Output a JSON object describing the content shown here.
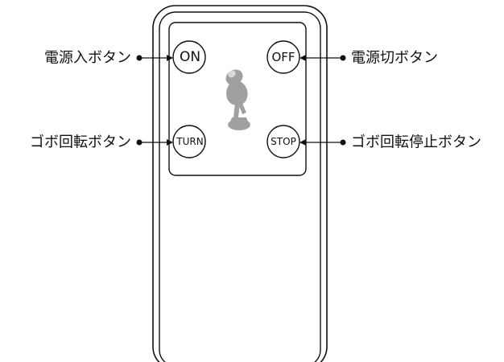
{
  "buttons": {
    "on": "ON",
    "off": "OFF",
    "turn": "TURN",
    "stop": "STOP"
  },
  "callouts": {
    "power_on": "電源入ボタン",
    "power_off": "電源切ボタン",
    "rotate": "ゴボ回転ボタン",
    "rotate_stop": "ゴボ回転停止ボタン"
  },
  "colors": {
    "line": "#111111",
    "fixture_silhouette": "#a0a0a0"
  },
  "icons": {
    "fixture": "gobo-light-fixture-icon"
  }
}
